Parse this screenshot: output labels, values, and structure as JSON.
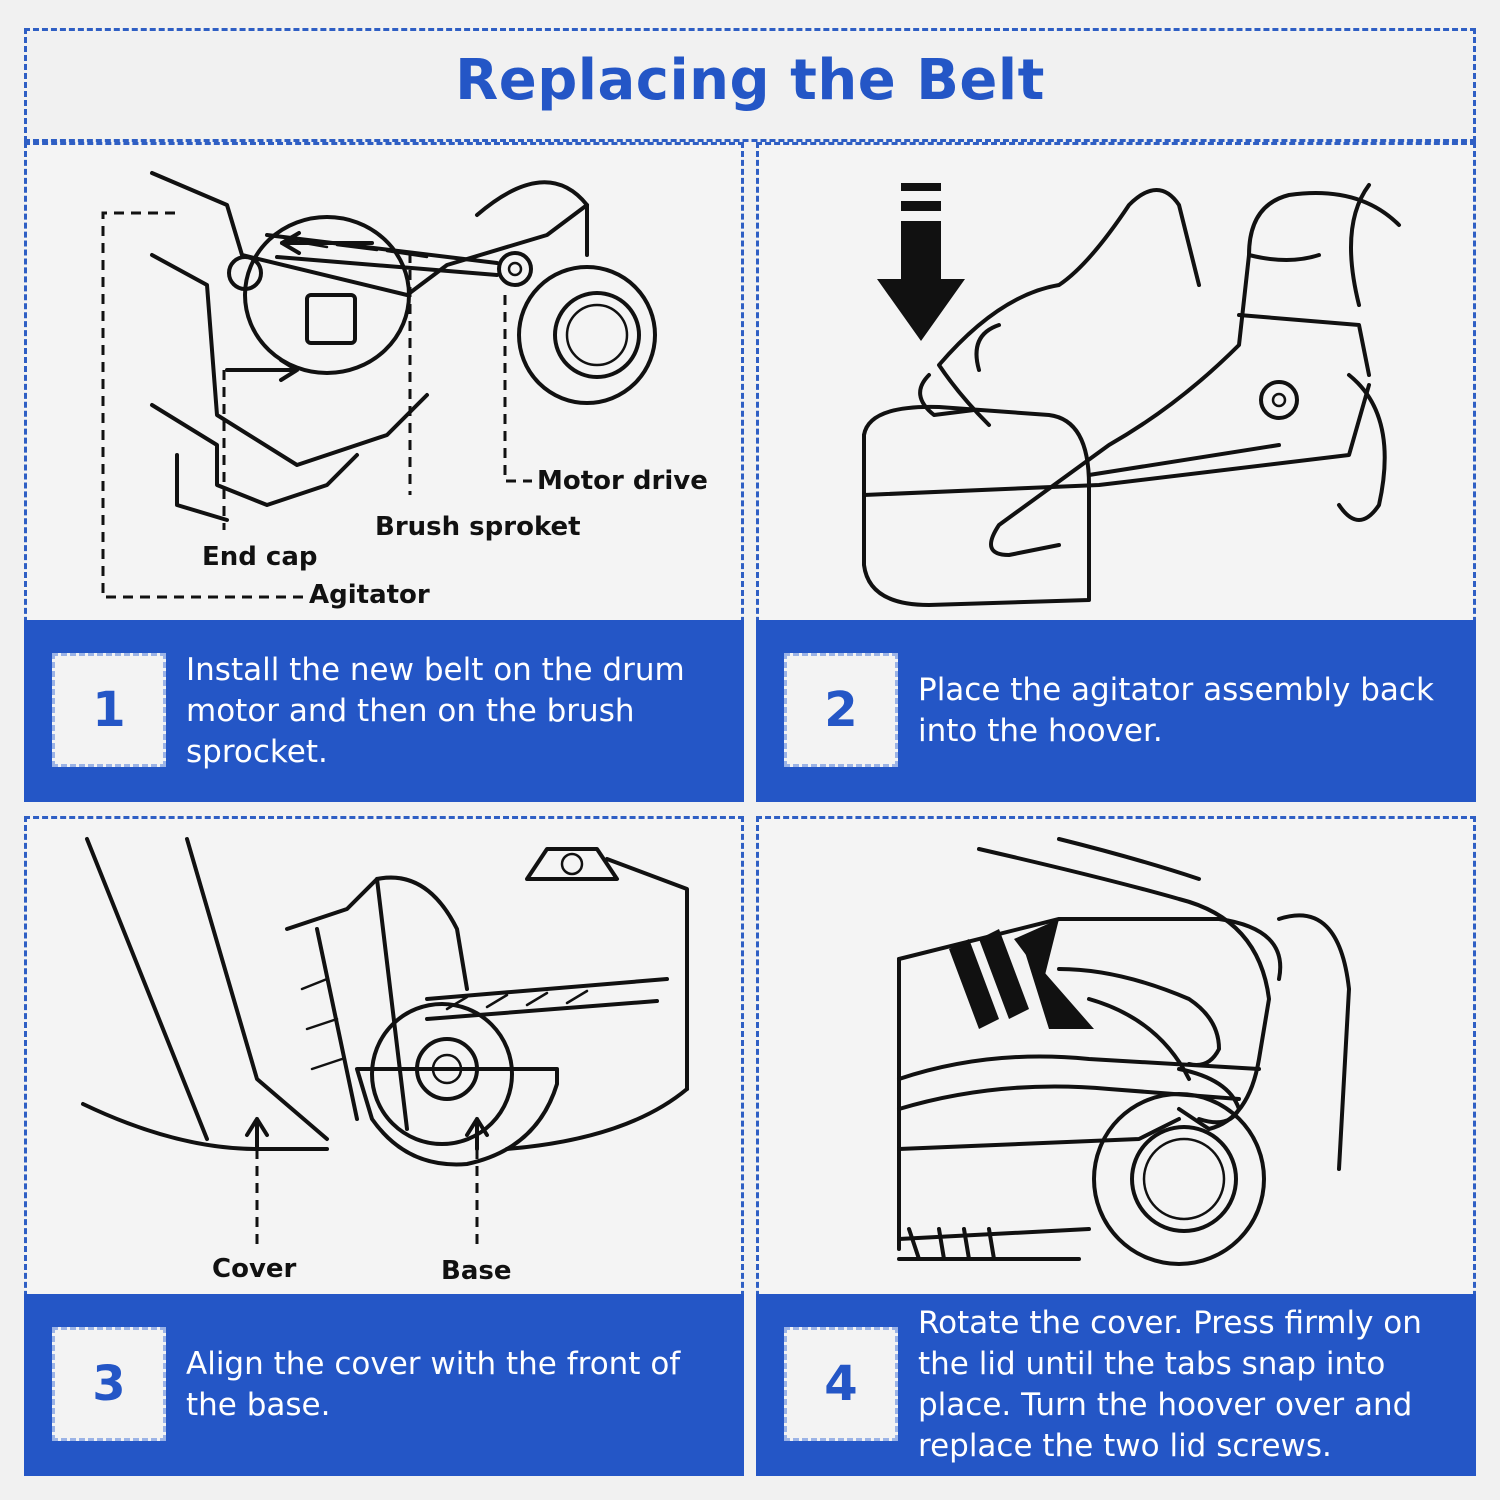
{
  "title": "Replacing the Belt",
  "colors": {
    "accent": "#2456c6",
    "frame": "#2f5fc4",
    "background": "#f1f1f1"
  },
  "steps": [
    {
      "number": "1",
      "text": "Install the new belt on the drum motor and then on the brush sprocket.",
      "labels": {
        "motor_drive": "Motor drive",
        "brush_sproket": "Brush sproket",
        "end_cap": "End cap",
        "agitator": "Agitator"
      }
    },
    {
      "number": "2",
      "text": "Place the agitator assembly back into the hoover."
    },
    {
      "number": "3",
      "text": "Align the cover with the front of the base.",
      "labels": {
        "cover": "Cover",
        "base": "Base"
      }
    },
    {
      "number": "4",
      "text": "Rotate the cover. Press firmly on the lid until the tabs snap into place. Turn the hoover over and replace the two lid screws."
    }
  ]
}
